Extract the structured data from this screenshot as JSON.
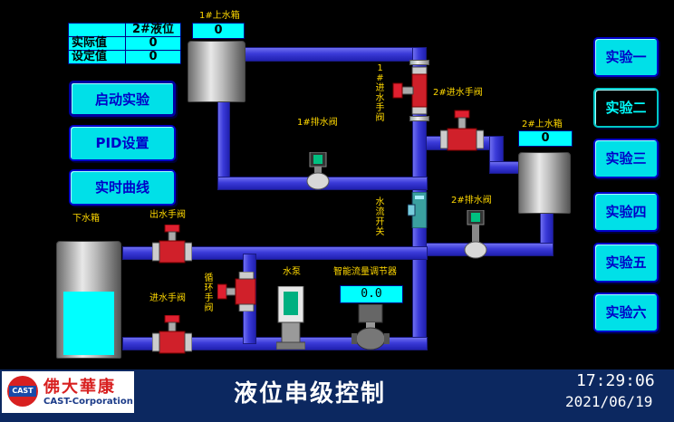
{
  "info_table": {
    "header": "2#液位",
    "rows": [
      {
        "label": "实际值",
        "value": "0"
      },
      {
        "label": "设定值",
        "value": "0"
      }
    ]
  },
  "left_buttons": [
    "启动实验",
    "PID设置",
    "实时曲线"
  ],
  "right_buttons": [
    "实验一",
    "实验二",
    "实验三",
    "实验四",
    "实验五",
    "实验六"
  ],
  "active_right_button": "实验二",
  "tanks": {
    "tank1_label": "1#上水箱",
    "tank1_value": "0",
    "tank2_label": "2#上水箱",
    "tank2_value": "0",
    "lower_label": "下水箱"
  },
  "valves": {
    "v1_in": "1#进水手阀",
    "v2_in": "2#进水手阀",
    "v1_drain": "1#排水阀",
    "v2_drain": "2#排水阀",
    "out_manual": "出水手阀",
    "in_manual": "进水手阀",
    "circulate": "循环手阀",
    "flow_switch": "水流开关"
  },
  "equipment": {
    "pump": "水泵",
    "regulator": "智能流量调节器",
    "regulator_value": "0.0"
  },
  "footer": {
    "logo_cn": "佛大華康",
    "logo_en": "CAST-Corporation",
    "logo_mark": "CAST",
    "title": "液位串级控制",
    "time": "17:29:06",
    "date": "2021/06/19"
  },
  "colors": {
    "pipe": "#3a3ad8",
    "display_bg": "#00ffff",
    "label": "#ffd800",
    "footer_bg": "#0c2860"
  }
}
